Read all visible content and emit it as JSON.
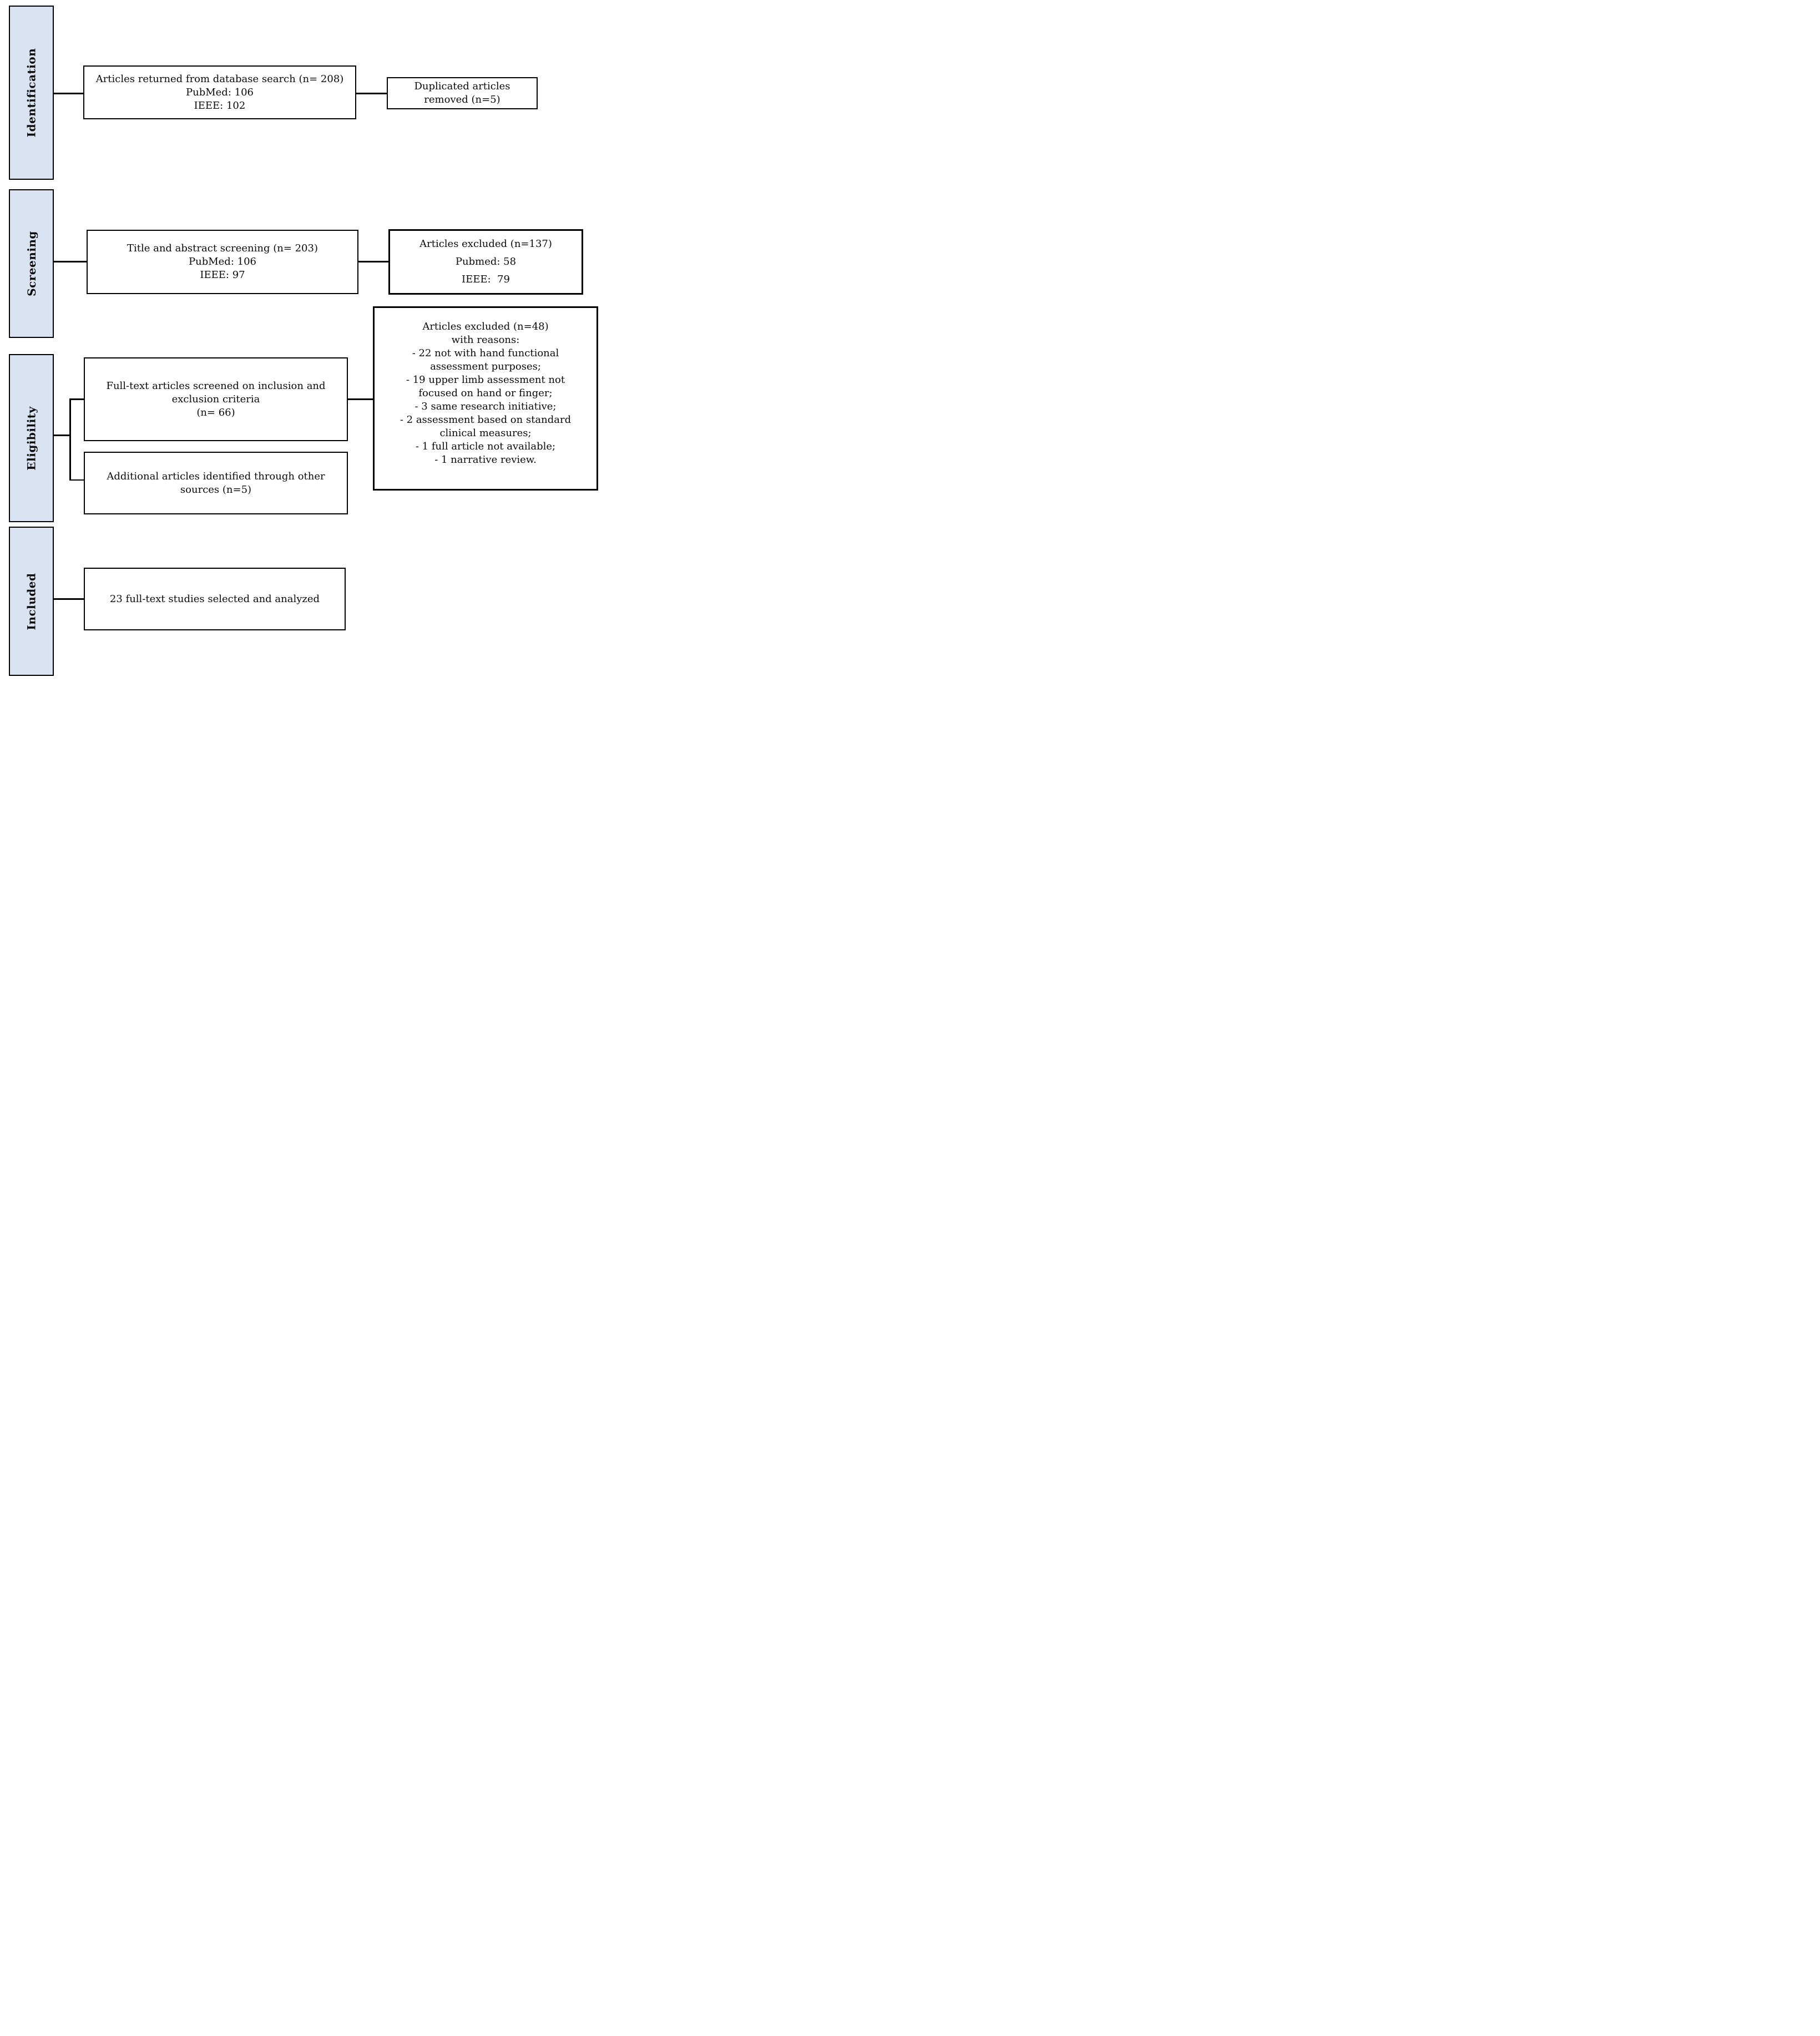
{
  "stages": [
    {
      "label": "Identification"
    },
    {
      "label": "Screening"
    },
    {
      "label": "Eligibility"
    },
    {
      "label": "Included"
    }
  ],
  "boxes": {
    "database_search": {
      "lines": [
        "Articles returned from database search (n= 208)",
        "PubMed: 106",
        "IEEE: 102"
      ]
    },
    "duplicates_removed": {
      "lines": [
        "Duplicated articles",
        "removed (n=5)"
      ]
    },
    "title_abstract_screening": {
      "lines": [
        "Title and abstract screening (n= 203)",
        "PubMed: 106",
        "IEEE: 97"
      ]
    },
    "screening_excluded": {
      "lines": [
        "Articles excluded (n=137)",
        "Pubmed: 58",
        "IEEE:  79"
      ]
    },
    "full_text_screened": {
      "lines": [
        "Full-text articles screened on inclusion and",
        "exclusion criteria",
        "(n= 66)"
      ]
    },
    "additional_articles": {
      "lines": [
        "Additional articles identified through other",
        "sources (n=5)"
      ]
    },
    "eligibility_excluded": {
      "lines": [
        "Articles excluded (n=48)",
        "with reasons:",
        "- 22 not with hand functional",
        "assessment purposes;",
        "- 19 upper limb assessment not",
        "focused on hand or finger;",
        "- 3 same research initiative;",
        "- 2 assessment based on standard",
        "clinical measures;",
        "- 1 full article not available;",
        "- 1 narrative review."
      ]
    },
    "included_studies": {
      "lines": [
        "23 full-text studies selected and analyzed"
      ]
    }
  },
  "colors": {
    "stage_fill": "#dae3f2",
    "border": "#000000",
    "text": "#0a0a0a",
    "background": "#ffffff"
  }
}
